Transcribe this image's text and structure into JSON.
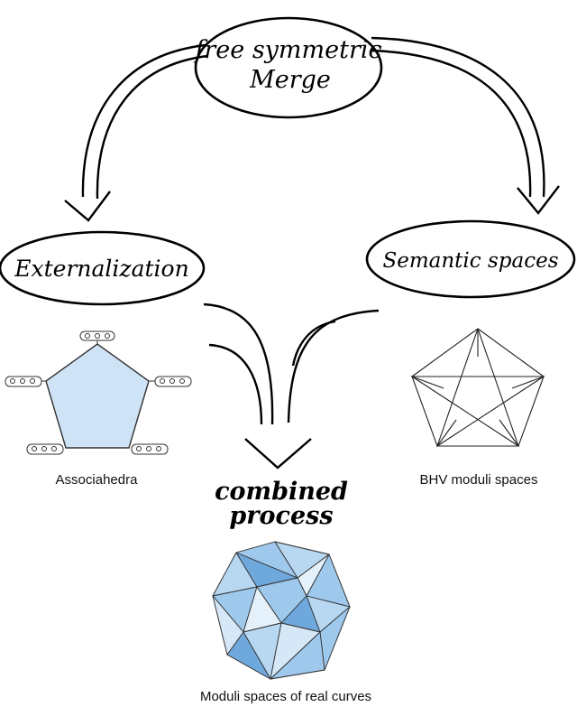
{
  "nodes": {
    "merge_line1": "free symmetric",
    "merge_line2": "Merge",
    "externalization": "Externalization",
    "semantic": "Semantic spaces",
    "combined_line1": "combined",
    "combined_line2": "process"
  },
  "captions": {
    "associahedra": "Associahedra",
    "bhv": "BHV moduli spaces",
    "moduli_real": "Moduli spaces of real curves"
  },
  "colors": {
    "pentagon_fill": "#cfe3f6",
    "light_blue": "#d6e8f7",
    "mid_blue": "#9ec8ec",
    "dark_blue": "#6fa8dc",
    "stroke": "#000000"
  }
}
